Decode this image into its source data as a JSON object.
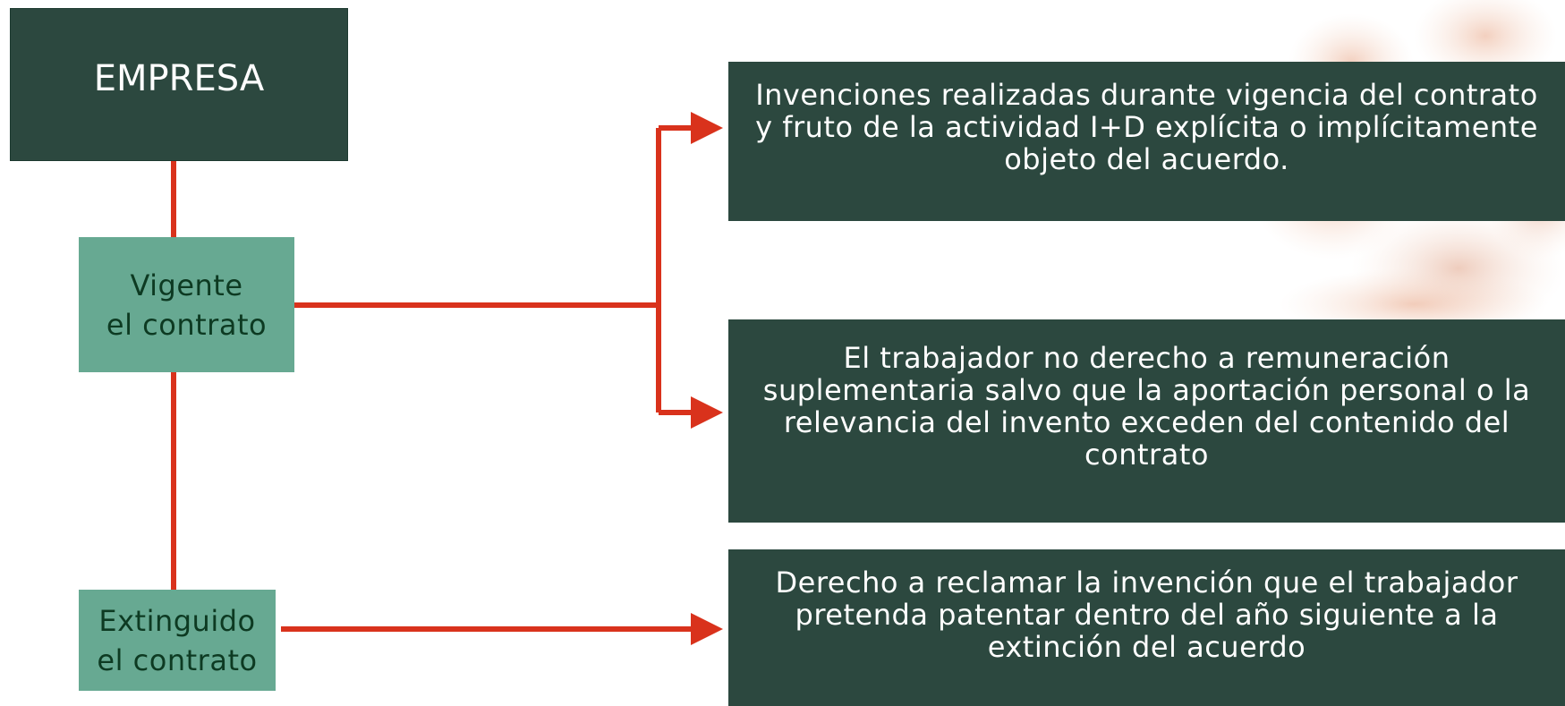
{
  "nodes": {
    "root": {
      "label": "EMPRESA"
    },
    "vigente": {
      "label": "Vigente\nel contrato"
    },
    "extinguido": {
      "label": "Extinguido\nel contrato"
    }
  },
  "outcomes": [
    {
      "text": "Invenciones realizadas durante vigencia del contrato\ny fruto de la actividad I+D explícita o implícitamente\nobjeto del acuerdo."
    },
    {
      "text": "El trabajador no derecho a remuneración\nsuplementaria salvo que la aportación personal o la\nrelevancia del invento exceden del contenido del\ncontrato"
    },
    {
      "text": "Derecho a reclamar la invención que el trabajador\npretenda patentar dentro del año siguiente a la\nextinción del acuerdo"
    }
  ],
  "colors": {
    "dark_box": "#2c483f",
    "light_box": "#67a992",
    "connector": "#d9321c"
  }
}
